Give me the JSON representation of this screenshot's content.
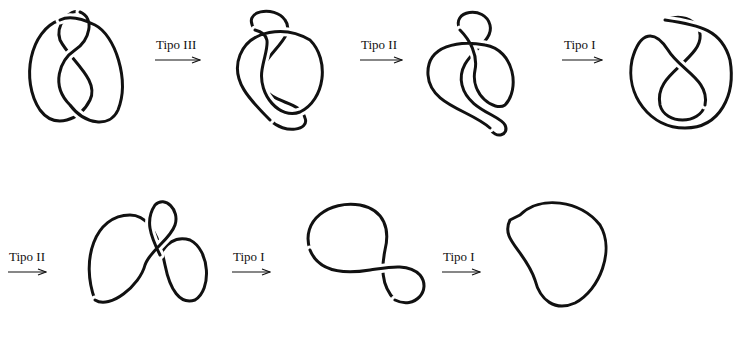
{
  "diagram": {
    "labels": [
      "Tipo III",
      "Tipo II",
      "Tipo I",
      "Tipo II",
      "Tipo I",
      "Tipo I"
    ]
  }
}
